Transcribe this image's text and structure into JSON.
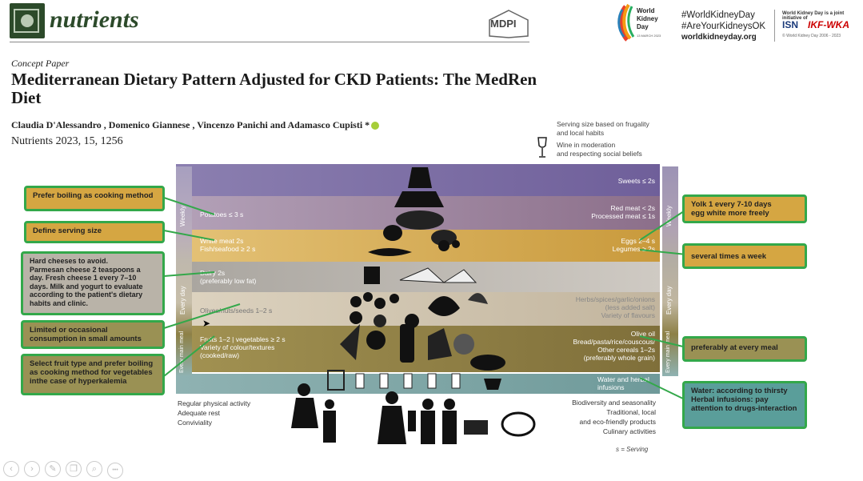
{
  "header": {
    "journal_name": "nutrients",
    "publisher": "MDPI",
    "event_logo_text": [
      "World",
      "Kidney",
      "Day"
    ],
    "event_logo_date": "13 MARCH 2023",
    "hashtags": [
      "#WorldKidneyDay",
      "#AreYourKidneysOK"
    ],
    "website": "worldkidneyday.org",
    "joint_initiative": "World Kidney Day is a joint initiative of",
    "partner_1": "ISN",
    "partner_2": "IKF-WKA",
    "copyright": "© World Kidney Day 2006 - 2023"
  },
  "paper": {
    "type": "Concept Paper",
    "title": "Mediterranean Dietary Pattern Adjusted for CKD Patients: The MedRen Diet",
    "authors": "Claudia D'Alessandro , Domenico Giannese , Vincenzo Panichi and Adamasco Cupisti *",
    "citation": "Nutrients 2023, 15, 1256"
  },
  "pyramid": {
    "top_notes": [
      "Serving size based on frugality",
      "and local habits",
      "Wine in moderation",
      "and respecting social beliefs"
    ],
    "side_left": [
      "Weekly",
      "Every day",
      "Every main meal"
    ],
    "side_right": [
      "Weekly",
      "Every day",
      "Every main meal"
    ],
    "bands": [
      {
        "left": "",
        "right": "Sweets ≤ 2s"
      },
      {
        "left": "Potatoes ≤ 3 s",
        "right": "Red meat < 2s\nProcessed meat ≤ 1s"
      },
      {
        "left": "White meat 2s\nFish/seafood ≥ 2 s",
        "right": "Eggs 2–4 s\nLegumes ≥ 2s"
      },
      {
        "left": "Dairy 2s\n(preferably low fat)",
        "right": ""
      },
      {
        "left": "Olives/nuts/seeds 1–2 s",
        "right": "Herbs/spices/garlic/onions\n(less added salt)\nVariety of flavours"
      },
      {
        "left": "Fruits 1–2 | vegetables ≥ 2 s\nVariety of colour/textures\n(cooked/raw)",
        "right": "Olive oil\nBread/pasta/rice/couscous/\nOther cereals 1–2s\n(preferably whole grain)"
      },
      {
        "left": "",
        "right": "Water and herbal\ninfusions"
      }
    ],
    "bottom_left": [
      "Regular physical activity",
      "Adequate rest",
      "Conviviality"
    ],
    "bottom_right": [
      "Biodiversity and seasonality",
      "Traditional, local",
      "and eco-friendly products",
      "Culinary activities"
    ],
    "serving_key": "s = Serving"
  },
  "callouts": {
    "boiling": "Prefer boiling as cooking method",
    "serving_size": "Define serving size",
    "cheese": "Hard cheeses to avoid.\nParmesan cheese 2 teaspoons a day. Fresh cheese 1 every 7–10 days. Milk and yogurt to evaluate according to the patient's dietary habits and clinic.",
    "limited": "Limited or occasional\nconsumption in small amounts",
    "fruit": "Select fruit type and prefer boiling as cooking method for vegetables inthe  case of hyperkalemia",
    "yolk": "Yolk 1 every 7-10 days\negg white more freely",
    "several": "several times a week",
    "every_meal": "preferably at every meal",
    "water": "Water: according to thirsty\nHerbal infusions: pay attention to drugs-interaction"
  },
  "toolbar": {
    "icons": [
      "prev-icon",
      "next-icon",
      "pen-icon",
      "copy-icon",
      "zoom-icon",
      "more-icon"
    ],
    "glyphs": [
      "‹",
      "›",
      "✎",
      "❐",
      "⌕",
      "•••"
    ]
  },
  "colors": {
    "journal_green": "#2c4a2a",
    "callout_border": "#33a84a",
    "callout_gold": "#d5a642",
    "callout_olive": "#9a9154",
    "callout_grey": "#b9b3a8",
    "callout_teal": "#5a9e9a"
  }
}
